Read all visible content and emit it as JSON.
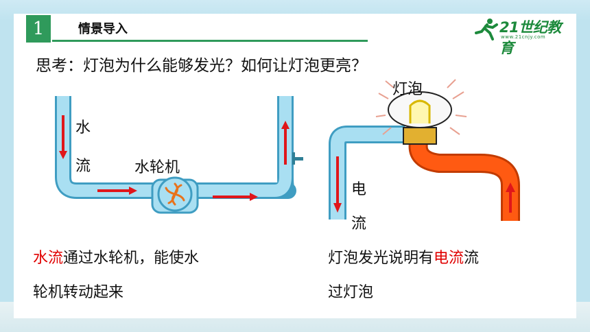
{
  "header": {
    "section_number": "1",
    "section_title": "情景导入",
    "logo_text": "21世纪教育",
    "logo_sub": "www.21cnjy.com"
  },
  "question": "思考：灯泡为什么能够发光？如何让灯泡更亮？",
  "water_diagram": {
    "flow_char_1": "水",
    "flow_char_2": "流",
    "wheel_label": "水轮机"
  },
  "circuit_diagram": {
    "bulb_label": "灯泡",
    "current_char_1": "电",
    "current_char_2": "流"
  },
  "left_desc": {
    "highlight": "水流",
    "rest_line1": "通过水轮机，能使水",
    "line2": "轮机转动起来"
  },
  "right_desc": {
    "line1_pre": "灯泡发光说明有",
    "highlight": "电流",
    "line1_post": "流",
    "line2": "过灯泡"
  },
  "colors": {
    "accent": "#2f9a5b",
    "highlight": "#e00000",
    "pipe": "#a9dff2",
    "hot_pipe": "#ff5a12"
  }
}
